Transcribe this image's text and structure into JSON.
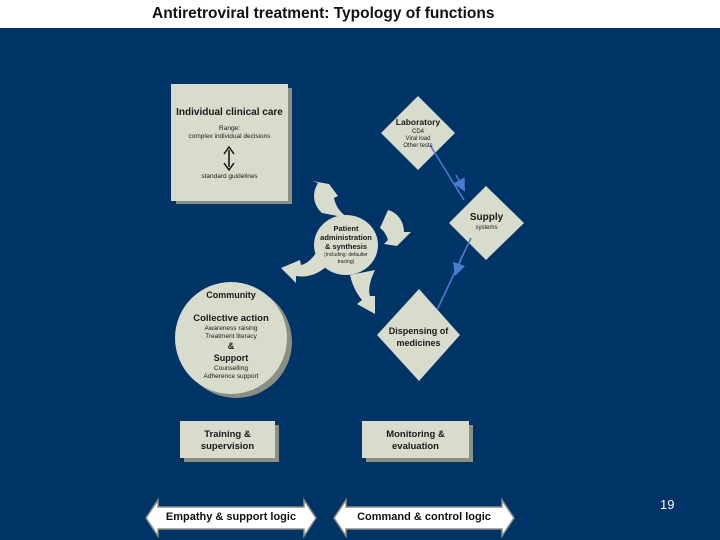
{
  "title": "Antiretroviral treatment: Typology of functions",
  "clinical_care": {
    "heading": "Individual clinical care",
    "range_label": "Range:",
    "top_text": "complex individual decisions",
    "bottom_text": "standard guidelines"
  },
  "laboratory": {
    "heading": "Laboratory",
    "lines": [
      "CD4",
      "Viral load",
      "Other tests"
    ]
  },
  "supply": {
    "heading": "Supply",
    "sub": "systems"
  },
  "patient_admin": {
    "line1": "Patient",
    "line2": "administration",
    "line3": "& synthesis",
    "note1": "(including: defaulter",
    "note2": "tracing)"
  },
  "community": {
    "heading": "Community",
    "collective": "Collective action",
    "awareness": "Awareness raising",
    "literacy": "Treatment literacy",
    "amp": "&",
    "support": "Support",
    "counselling": "Counselling",
    "adherence": "Adherence support"
  },
  "dispensing": {
    "line1": "Dispensing of",
    "line2": "medicines"
  },
  "training": {
    "line1": "Training &",
    "line2": "supervision"
  },
  "monitoring": {
    "line1": "Monitoring &",
    "line2": "evaluation"
  },
  "logic": {
    "empathy": "Empathy & support logic",
    "command": "Command & control logic"
  },
  "page_number": "19",
  "colors": {
    "background": "#003366",
    "box_fill": "#d8dccc",
    "shadow": "#8a8f82",
    "connector": "#4a7bd0"
  }
}
